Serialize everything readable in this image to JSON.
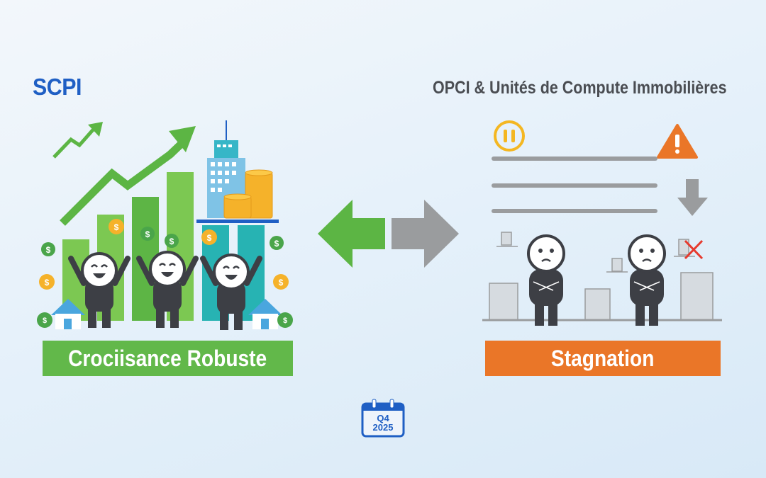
{
  "left_panel": {
    "title": "SCPI",
    "banner": "Crociisance Robuste",
    "banner_color": "#62b84a",
    "icons": [
      "trend-up-arrow",
      "bar-chart",
      "office-tower",
      "coin-stack",
      "happy-people",
      "house",
      "money-bag",
      "dollar-coin"
    ]
  },
  "right_panel": {
    "title": "OPCI & Unités de Compute Immobilières",
    "banner": "Stagnation",
    "banner_color": "#ea7628",
    "icons": [
      "pause-icon",
      "warning-icon",
      "down-arrow",
      "flat-lines",
      "grumpy-people",
      "buildings",
      "cross-mark"
    ]
  },
  "center": {
    "arrows": {
      "left_color": "#5cb544",
      "right_color": "#9a9c9e"
    }
  },
  "calendar": {
    "quarter": "Q4",
    "year": "2025",
    "color": "#1f5fc4"
  }
}
